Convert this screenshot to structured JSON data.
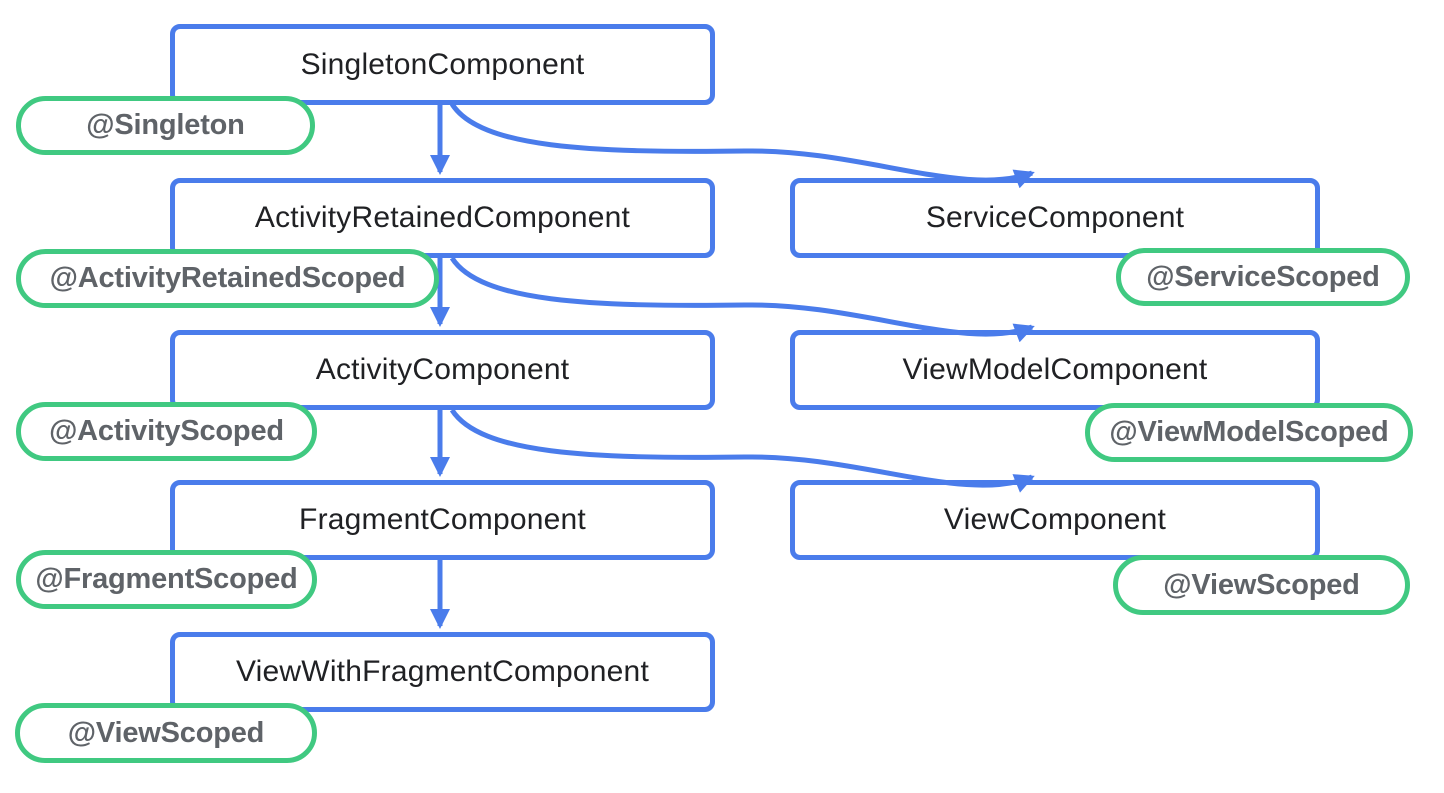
{
  "diagram": {
    "nodes": {
      "singleton": {
        "label": "SingletonComponent",
        "badge": "@Singleton"
      },
      "activity_retained": {
        "label": "ActivityRetainedComponent",
        "badge": "@ActivityRetainedScoped"
      },
      "service": {
        "label": "ServiceComponent",
        "badge": "@ServiceScoped"
      },
      "activity": {
        "label": "ActivityComponent",
        "badge": "@ActivityScoped"
      },
      "view_model": {
        "label": "ViewModelComponent",
        "badge": "@ViewModelScoped"
      },
      "fragment": {
        "label": "FragmentComponent",
        "badge": "@FragmentScoped"
      },
      "view": {
        "label": "ViewComponent",
        "badge": "@ViewScoped"
      },
      "view_with_fragment": {
        "label": "ViewWithFragmentComponent",
        "badge": "@ViewScoped"
      }
    },
    "edges": [
      {
        "from": "SingletonComponent",
        "to": "ActivityRetainedComponent"
      },
      {
        "from": "SingletonComponent",
        "to": "ServiceComponent"
      },
      {
        "from": "ActivityRetainedComponent",
        "to": "ActivityComponent"
      },
      {
        "from": "ActivityRetainedComponent",
        "to": "ViewModelComponent"
      },
      {
        "from": "ActivityComponent",
        "to": "FragmentComponent"
      },
      {
        "from": "ActivityComponent",
        "to": "ViewComponent"
      },
      {
        "from": "FragmentComponent",
        "to": "ViewWithFragmentComponent"
      }
    ]
  },
  "colors": {
    "background": "#FFFFFF",
    "node_border": "#4A7CEB",
    "node_text": "#202124",
    "badge_border": "#40C981",
    "badge_text": "#5F6368"
  }
}
